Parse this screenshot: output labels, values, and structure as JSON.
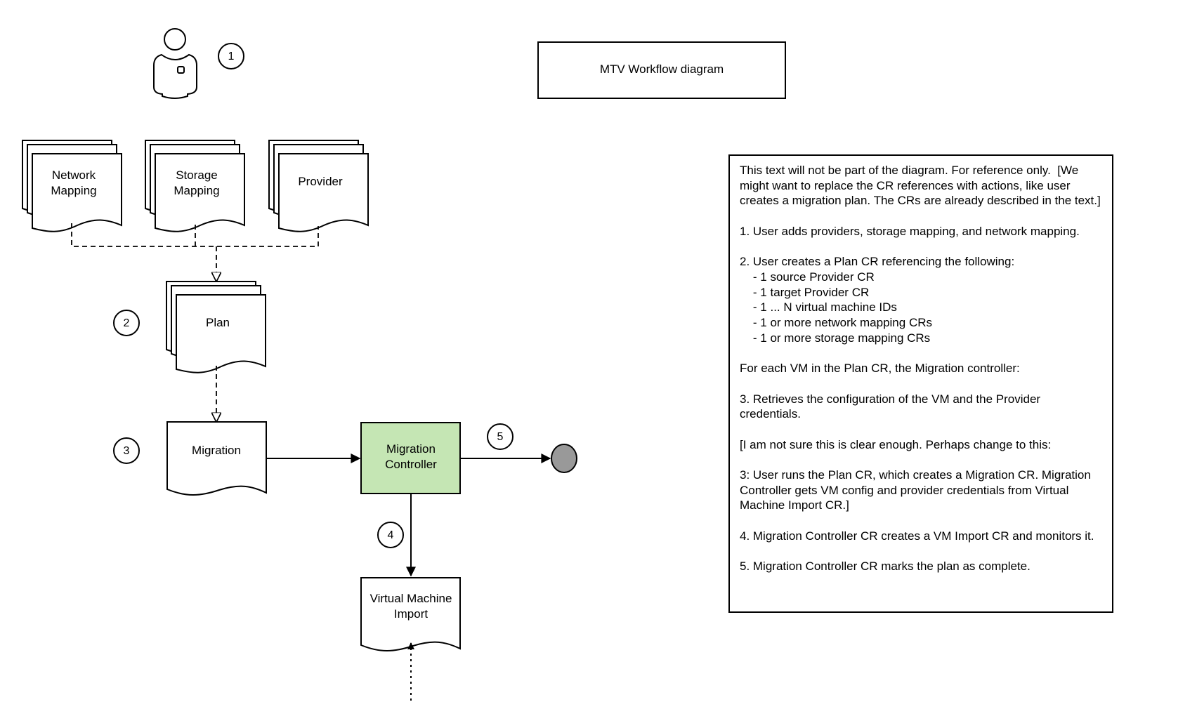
{
  "title": "MTV Workflow diagram",
  "colors": {
    "controller_fill": "#c5e6b4",
    "end_node_fill": "#999999",
    "stroke": "#000000"
  },
  "icons": {
    "user": "user-icon"
  },
  "steps": {
    "s1": "1",
    "s2": "2",
    "s3": "3",
    "s4": "4",
    "s5": "5"
  },
  "nodes": {
    "network_mapping": [
      "Network",
      "Mapping"
    ],
    "storage_mapping": [
      "Storage",
      "Mapping"
    ],
    "provider": "Provider",
    "plan": "Plan",
    "migration": "Migration",
    "migration_controller": [
      "Migration",
      "Controller"
    ],
    "virtual_machine_import": [
      "Virtual Machine",
      "Import"
    ]
  },
  "notes": [
    "This text will not be part of the diagram. For reference only.  [We might want to replace the CR references with actions, like user creates a migration plan. The CRs are already described in the text.]",
    "",
    "1. User adds providers, storage mapping, and network mapping.",
    "",
    "2. User creates a Plan CR referencing the following:",
    "    - 1 source Provider CR",
    "    - 1 target Provider CR",
    "    - 1 ... N virtual machine IDs",
    "    - 1 or more network mapping CRs",
    "    - 1 or more storage mapping CRs",
    "",
    "For each VM in the Plan CR, the Migration controller:",
    "",
    "3. Retrieves the configuration of the VM and the Provider credentials.",
    "",
    "[I am not sure this is clear enough. Perhaps change to this:",
    "",
    "3: User runs the Plan CR, which creates a Migration CR. Migration Controller gets VM config and provider credentials from Virtual Machine Import CR.]",
    "",
    "4. Migration Controller CR creates a VM Import CR and monitors it.",
    "",
    "5. Migration Controller CR marks the plan as complete."
  ]
}
